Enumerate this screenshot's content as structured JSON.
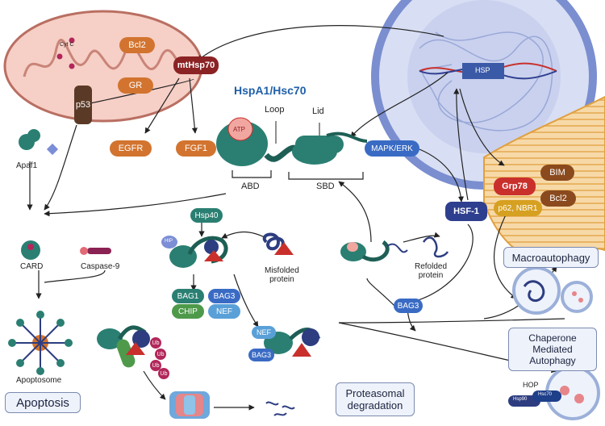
{
  "title": "HspA1/Hsc70",
  "mito": {
    "cytc": "Cyt C",
    "bcl2": "Bcl2",
    "gr": "GR",
    "mthsp70": "mtHsp70",
    "p53": "p53",
    "egfr": "EGFR",
    "fgf1": "FGF1"
  },
  "nucleus": {
    "hsp": "HSP"
  },
  "domains": {
    "atp": "ATP",
    "loop": "Loop",
    "lid": "Lid",
    "abd": "ABD",
    "sbd": "SBD"
  },
  "signal": {
    "mapk": "MAPK/ERK",
    "hsf1": "HSF-1"
  },
  "er": {
    "grp78": "Grp78",
    "bim": "BIM",
    "bcl2": "Bcl2",
    "p62": "p62, NBR1"
  },
  "apoptosis": {
    "apaf1": "Apaf1",
    "card": "CARD",
    "caspase9": "Caspase-9",
    "apoptosome": "Apoptosome",
    "label": "Apoptosis"
  },
  "cochaperones": {
    "hsp40": "Hsp40",
    "hip": "HIP",
    "bag1": "BAG1",
    "chip": "CHIP",
    "bag3": "BAG3",
    "nef": "NEF",
    "bag3b": "BAG3",
    "ub": "Ub"
  },
  "protein": {
    "misfolded": "Misfolded\nprotein",
    "refolded": "Refolded\nprotein"
  },
  "pathways": {
    "macro": "Macroautophagy",
    "cma": "Chaperone\nMediated\nAutophagy",
    "proteasomal": "Proteasomal\ndegradation"
  },
  "cma": {
    "hop": "HOP",
    "hsp90": "Hsp90",
    "hsc70": "Hsc70"
  },
  "colors": {
    "orange": "#d2742f",
    "darkred": "#8b2224",
    "brown": "#5a3a26",
    "blue": "#3a6bc4",
    "navy": "#2f3f8f",
    "teal": "#2a7f72",
    "red": "#c9302c"
  }
}
